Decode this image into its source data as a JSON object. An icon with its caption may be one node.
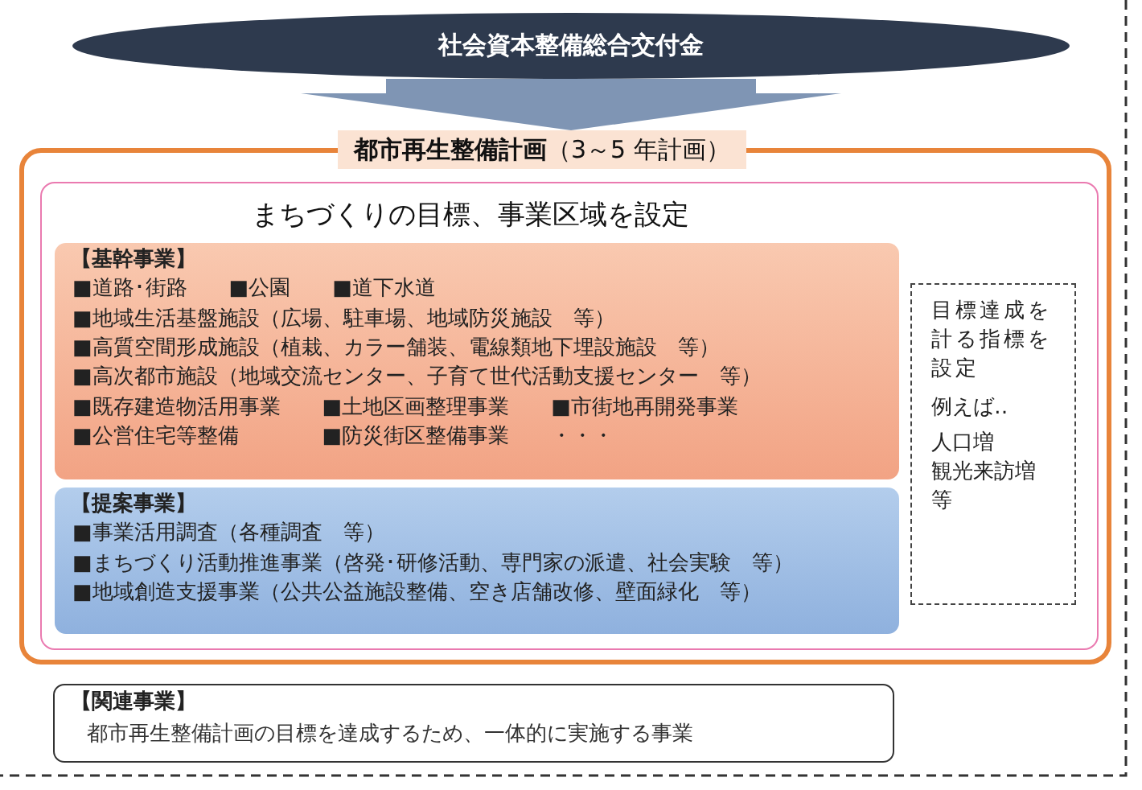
{
  "diagram": {
    "nodes": [
      {
        "text": [
          "社会資本整備総合交付金"
        ]
      },
      {
        "text": [
          "**都市再生整備計画**（3～5 年計画）"
        ]
      },
      {
        "text": [
          "まちづくりの目標、事業区域を設定"
        ],
        "in": 1
      },
      {
        "text": [
          "【基幹事業】",
          "■道路･街路　　■公園　　■道下水道",
          "■地域生活基盤施設（広場、駐車場、地域防災施設　等）",
          "■高質空間形成施設（植栽、カラー舗装、電線類地下埋設施設　等）",
          "■高次都市施設（地域交流センター、子育て世代活動支援センター　等）",
          "■既存建造物活用事業　　■土地区画整理事業　　■市街地再開発事業",
          "■公営住宅等整備　　　　■防災街区整備事業　　・・・"
        ],
        "in": 2
      },
      {
        "text": [
          "【提案事業】",
          "■事業活用調査（各種調査　等）",
          "■まちづくり活動推進事業（啓発･研修活動、専門家の派遣、社会実験　等）",
          "■地域創造支援事業（公共公益施設整備、空き店舗改修、壁面緑化　等）"
        ],
        "in": 2
      },
      {
        "text": [
          "目標達成を計る指標を設定",
          "例えば‥",
          "人口増",
          "観光来訪増",
          "等"
        ],
        "in": 2
      },
      {
        "text": [
          "【関連事業】",
          "都市再生整備計画の目標を達成するため、一体的に実施する事業"
        ]
      }
    ],
    "edges": [
      {
        "from": 0,
        "to": 1,
        "arrow": "to",
        "style": "thick"
      }
    ]
  }
}
